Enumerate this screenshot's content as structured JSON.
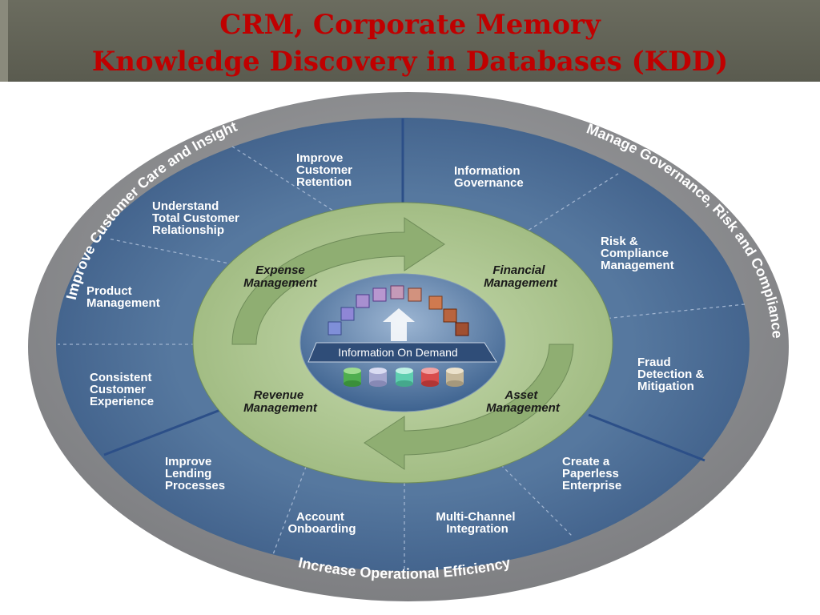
{
  "title": {
    "line1": "CRM, Corporate Memory",
    "line2": "Knowledge Discovery in Databases (KDD)"
  },
  "outer_ring": {
    "left": "Improve Customer Care and Insight",
    "right": "Manage Governance, Risk and Compliance",
    "bottom": "Increase Operational Efficiency"
  },
  "segments": [
    {
      "lines": [
        "Improve",
        "Customer",
        "Retention"
      ]
    },
    {
      "lines": [
        "Information",
        "Governance"
      ]
    },
    {
      "lines": [
        "Risk &",
        "Compliance",
        "Management"
      ]
    },
    {
      "lines": [
        "Fraud",
        "Detection &",
        "Mitigation"
      ]
    },
    {
      "lines": [
        "Create a",
        "Paperless",
        "Enterprise"
      ]
    },
    {
      "lines": [
        "Multi-Channel",
        "Integration"
      ]
    },
    {
      "lines": [
        "Account",
        "Onboarding"
      ]
    },
    {
      "lines": [
        "Improve",
        "Lending",
        "Processes"
      ]
    },
    {
      "lines": [
        "Consistent",
        "Customer",
        "Experience"
      ]
    },
    {
      "lines": [
        "Product",
        "Management"
      ]
    },
    {
      "lines": [
        "Understand",
        "Total Customer",
        "Relationship"
      ]
    }
  ],
  "inner_labels": [
    {
      "lines": [
        "Expense",
        "Management"
      ]
    },
    {
      "lines": [
        "Financial",
        "Management"
      ]
    },
    {
      "lines": [
        "Revenue",
        "Management"
      ]
    },
    {
      "lines": [
        "Asset",
        "Management"
      ]
    }
  ],
  "center": {
    "label": "Information On Demand"
  },
  "colors": {
    "title": "#c00000",
    "outer_ring": "#8b8c8e",
    "segments": "#4f6f9b",
    "green_ring": "#a9c28a",
    "arrows": "#8fae72",
    "center": "#4d6f96"
  }
}
